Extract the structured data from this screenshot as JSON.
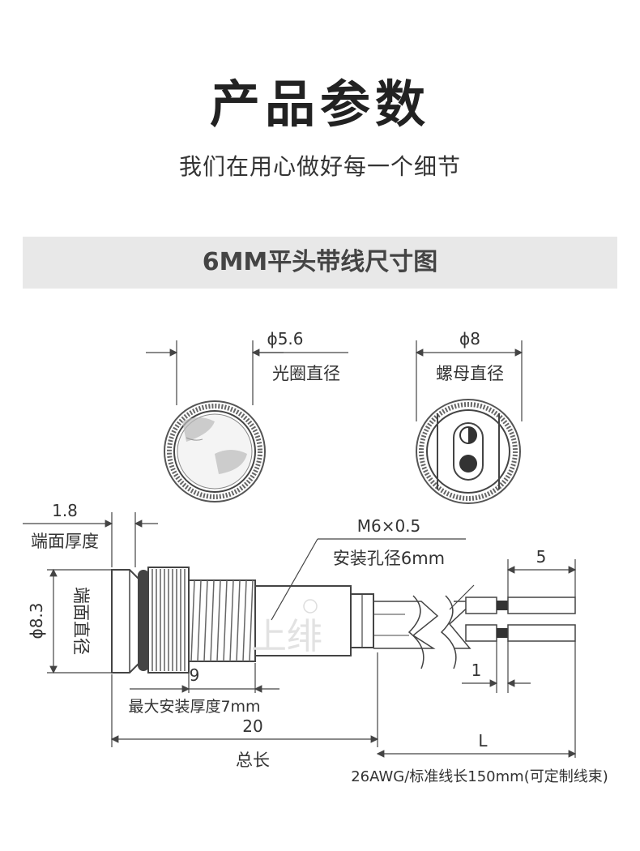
{
  "header": {
    "title": "产品参数",
    "subtitle": "我们在用心做好每一个细节"
  },
  "banner": {
    "label": "6MM平头带线尺寸图"
  },
  "front_views": {
    "lens": {
      "dimension": "ϕ5.6",
      "label": "光圈直径"
    },
    "nut": {
      "dimension": "ϕ8",
      "label": "螺母直径"
    }
  },
  "side_view": {
    "face_thickness": {
      "value": "1.8",
      "label": "端面厚度"
    },
    "face_diameter": {
      "value": "ϕ8.3",
      "label": "端面直径"
    },
    "thread": {
      "spec": "M6×0.5",
      "label": "安装孔径6mm"
    },
    "install_length": {
      "value": "9",
      "label": "最大安装厚度7mm"
    },
    "total_length": {
      "value": "20",
      "label": "总长"
    },
    "wire_strip": {
      "value": "5"
    },
    "wire_tin": {
      "value": "1"
    },
    "cable_length": {
      "value": "L",
      "label": "26AWG/标准线长150mm(可定制线束)"
    },
    "watermark": "上绯"
  },
  "colors": {
    "line": "#444444",
    "banner_bg": "#e8e8e8"
  }
}
